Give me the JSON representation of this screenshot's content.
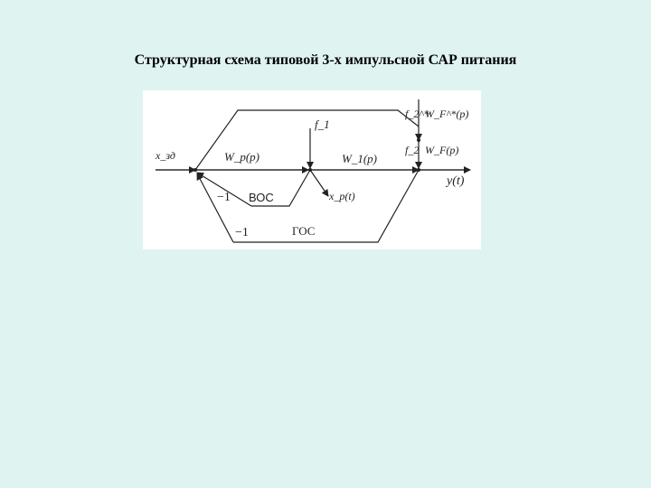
{
  "title": "Структурная схема типовой 3-х импульсной САР питания",
  "diagram": {
    "labels": {
      "input": "x_зд",
      "regulator": "W_p(p)",
      "plant": "W_1(p)",
      "disturbance_f1": "f_1",
      "disturbance_f2_star": "f_2^*",
      "disturbance_f2": "f_2",
      "plant_f2_star": "W_F^*(p)",
      "plant_f2": "W_F(p)",
      "output": "y(t)",
      "regulating_signal": "x_p(t)",
      "inner_gain": "−1",
      "inner_loop": "ВОС",
      "outer_gain": "−1",
      "outer_loop": "ГОС"
    }
  }
}
